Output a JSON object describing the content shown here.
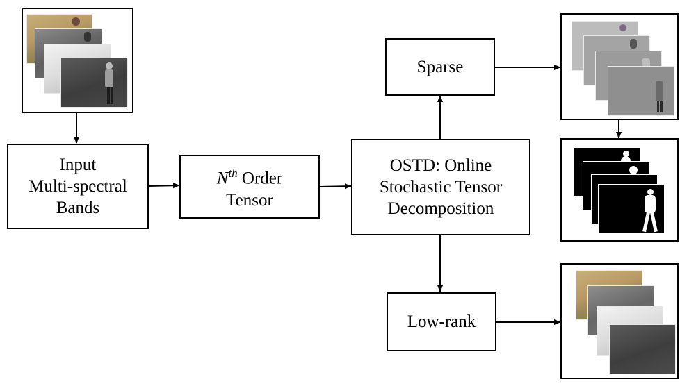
{
  "boxes": {
    "input": [
      "Input",
      "Multi-spectral",
      "Bands"
    ],
    "tensor": {
      "base": "N",
      "superscript": "th",
      "rest": " Order",
      "line2": "Tensor"
    },
    "ostd": [
      "OSTD: Online",
      "Stochastic Tensor",
      "Decomposition"
    ],
    "sparse": "Sparse",
    "lowrank": "Low-rank"
  },
  "colors": {
    "stroke": "#000000",
    "background": "#ffffff"
  },
  "icons": [
    "multispectral-frames",
    "sparse-frames",
    "foreground-mask-frames",
    "background-frames"
  ]
}
